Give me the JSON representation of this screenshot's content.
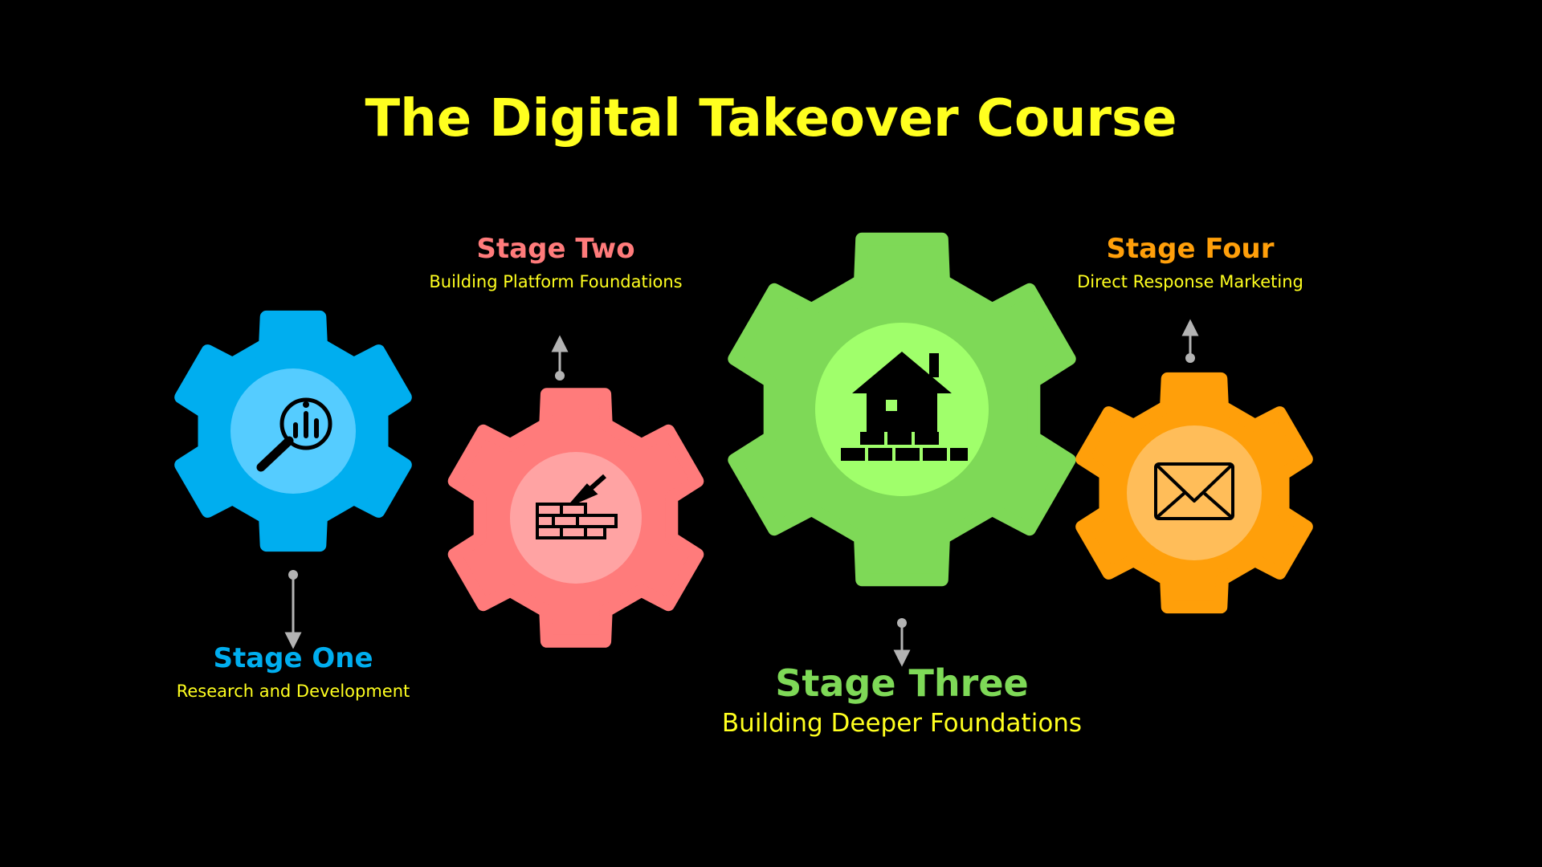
{
  "title": "The Digital Takeover Course",
  "colors": {
    "background": "#000000",
    "title": "#FFFF1F",
    "description": "#FFFF1F",
    "connector": "#B3B3B3"
  },
  "stages": [
    {
      "name": "Stage One",
      "description": "Research and Development",
      "color": "#00AEEF",
      "inner_color": "#55CCFF",
      "icon": "magnifier-chart-icon"
    },
    {
      "name": "Stage Two",
      "description": "Building Platform Foundations",
      "color": "#FF7B7B",
      "inner_color": "#FFA3A3",
      "icon": "trowel-bricks-icon"
    },
    {
      "name": "Stage Three",
      "description": "Building Deeper Foundations",
      "color": "#7ED957",
      "inner_color": "#A0FF6B",
      "icon": "house-bricks-icon"
    },
    {
      "name": "Stage Four",
      "description": "Direct Response Marketing",
      "color": "#FF9F0A",
      "inner_color": "#FFBD59",
      "icon": "envelope-icon"
    }
  ]
}
